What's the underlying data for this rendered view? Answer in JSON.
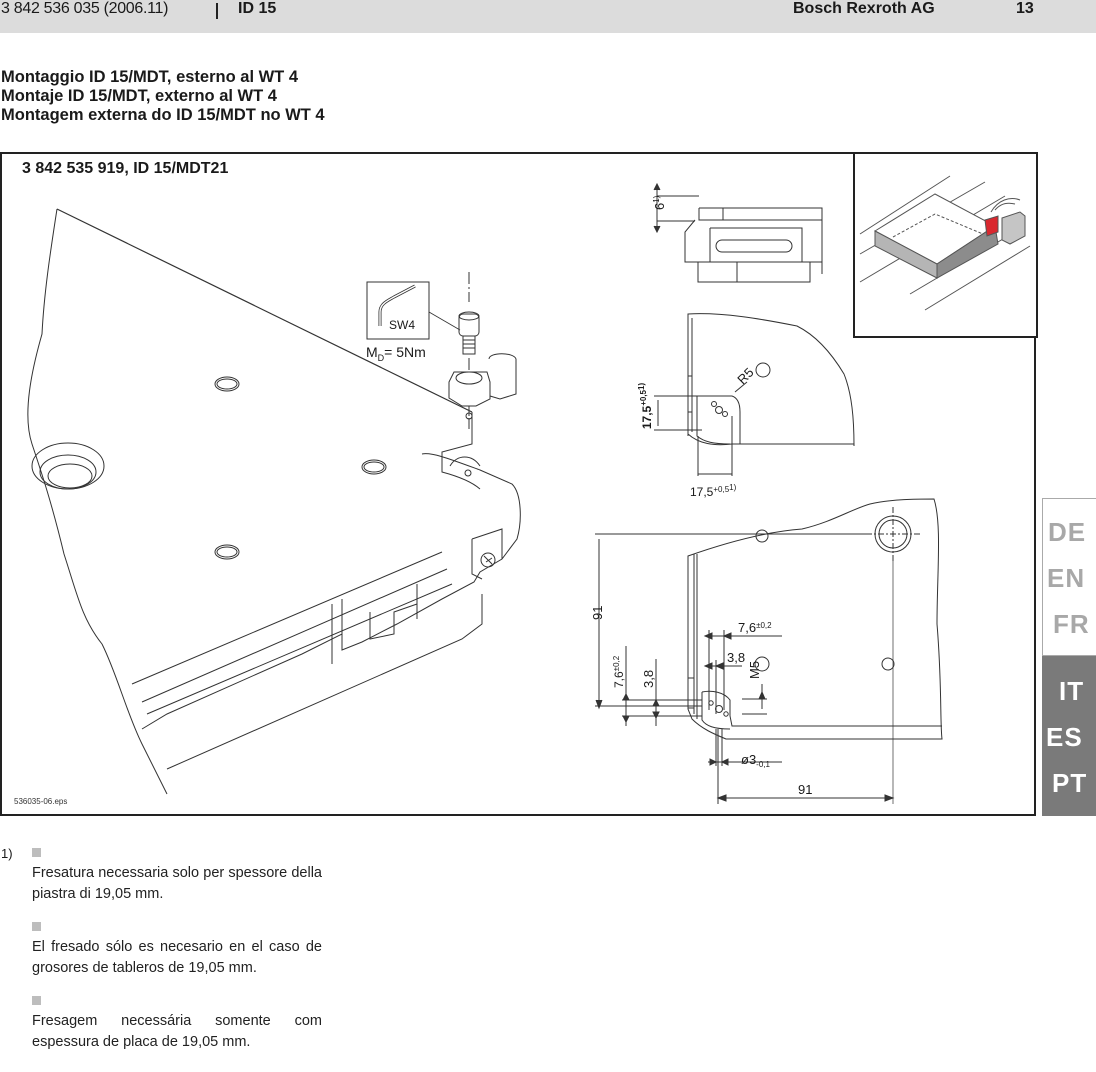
{
  "header": {
    "doc_number": "3 842 536 035  (2006.11)",
    "section": "ID 15",
    "company": "Bosch Rexroth AG",
    "page": "13"
  },
  "titles": [
    "Montaggio ID 15/MDT, esterno al WT 4",
    "Montaje ID 15/MDT, externo al  WT 4",
    "Montagem externa do ID 15/MDT no WT 4"
  ],
  "figure": {
    "title": "3 842 535 919, ID 15/MDT21",
    "file_label": "536035-06.eps",
    "tool": {
      "wrench": "SW4",
      "torque_symbol": "M",
      "torque_sub": "D",
      "torque_value": "= 5Nm"
    },
    "dimensions": {
      "side_depth": "6",
      "side_depth_note": "1)",
      "corner_v": "17,5",
      "corner_v_tol": "+0,5",
      "corner_v_note": "1)",
      "corner_h": "17,5",
      "corner_h_tol": "+0,5",
      "corner_h_note": "1)",
      "radius": "R5",
      "height_91": "91",
      "width_91": "91",
      "offset_76_h": "7,6",
      "offset_76_h_tol": "±0,2",
      "offset_38_h": "3,8",
      "offset_76_v": "7,6",
      "offset_76_v_tol": "±0,2",
      "offset_38_v": "3,8",
      "thread": "M5",
      "pin_diameter": "ø3",
      "pin_diameter_tol": "-0,1"
    },
    "colors": {
      "sensor_red": "#d9282f",
      "side_gray": "#b5b5b5",
      "side_dark": "#8c8c8c"
    }
  },
  "language_tabs": {
    "inactive": [
      "DE",
      "EN",
      "FR"
    ],
    "active": [
      "IT",
      "ES",
      "PT"
    ]
  },
  "footnote": {
    "marker": "1)",
    "notes": [
      "Fresatura necessaria solo per spessore della piastra di 19,05 mm.",
      "El fresado sólo es necesario en el caso de grosores de tableros de 19,05 mm.",
      "Fresagem necessária somente com espessura de placa de 19,05 mm."
    ]
  }
}
